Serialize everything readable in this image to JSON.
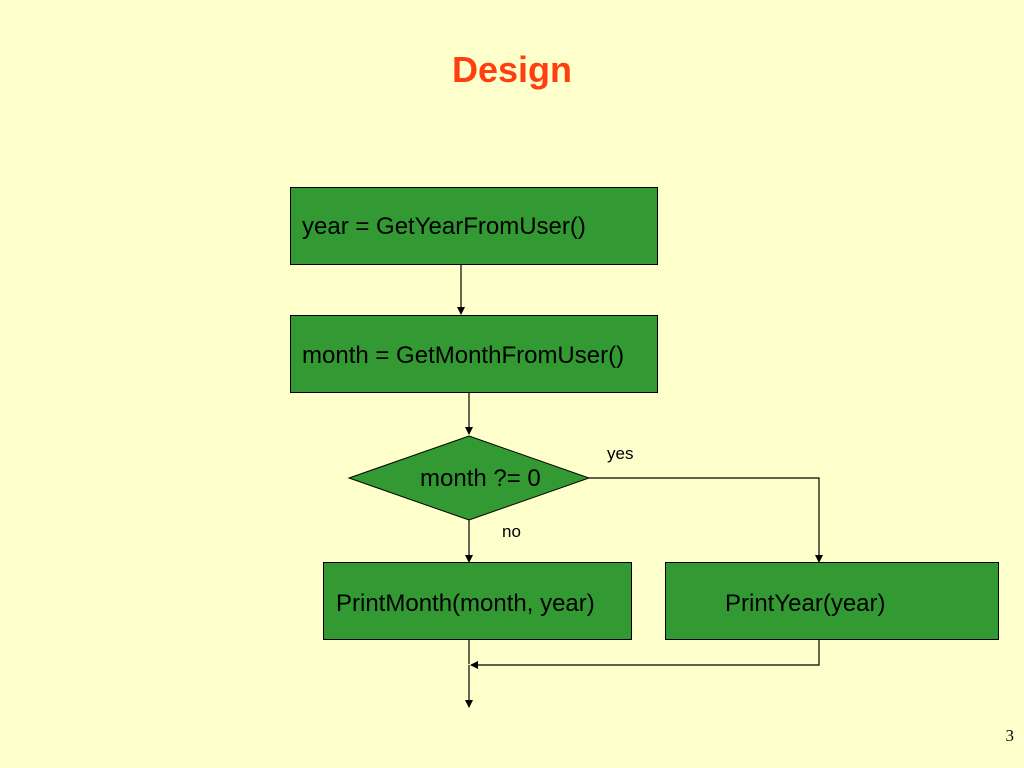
{
  "slide": {
    "title": "Design",
    "page_number": "3"
  },
  "flowchart": {
    "nodes": {
      "get_year": "year = GetYearFromUser()",
      "get_month": "month = GetMonthFromUser()",
      "decision": "month ?= 0",
      "print_month": "PrintMonth(month, year)",
      "print_year": "PrintYear(year)"
    },
    "branches": {
      "yes": "yes",
      "no": "no"
    },
    "colors": {
      "background": "#ffffcc",
      "title": "#ff3f0f",
      "node_fill": "#339933",
      "stroke": "#000000"
    }
  }
}
